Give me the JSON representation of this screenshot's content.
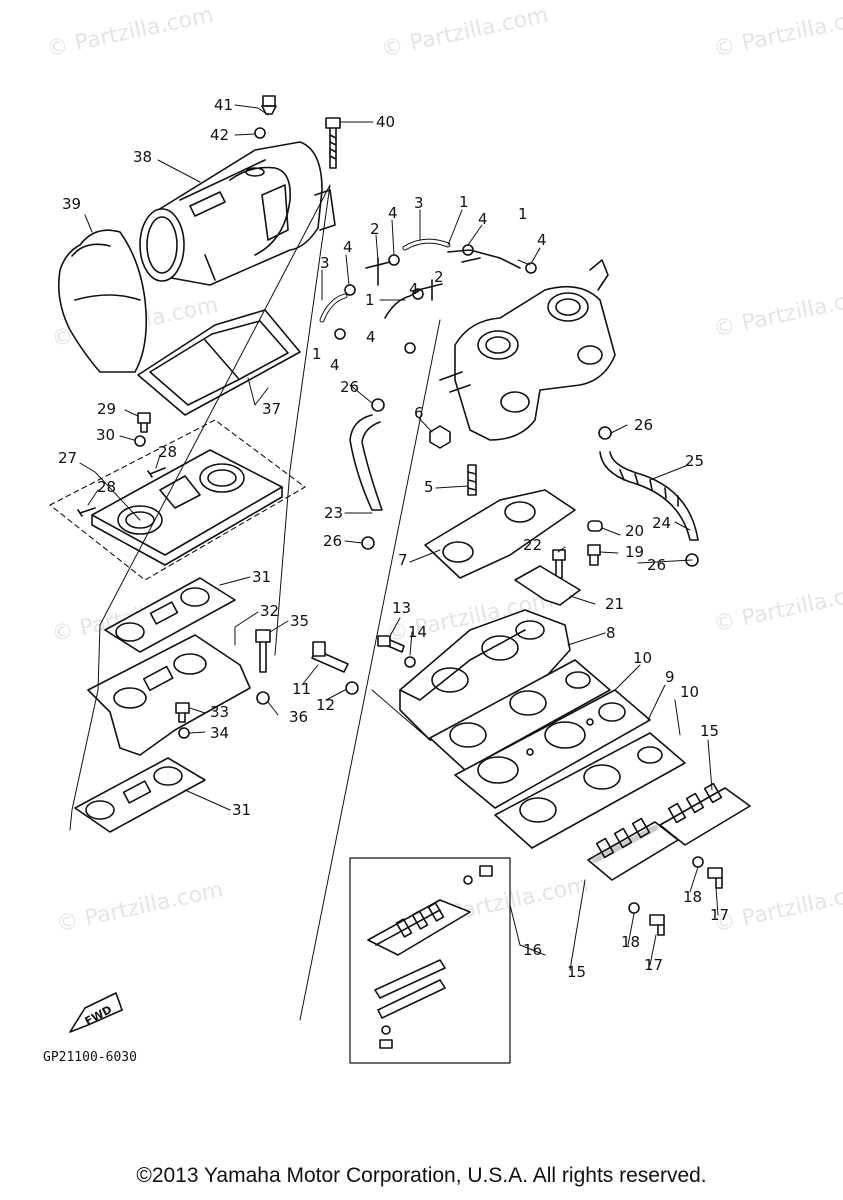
{
  "watermark": "© Partzilla.com",
  "diagram_code": "GP21100-6030",
  "fwd_label": "FWD",
  "copyright": "©2013 Yamaha Motor Corporation, U.S.A. All rights reserved.",
  "parts": {
    "p1a": "1",
    "p1b": "1",
    "p1c": "1",
    "p1d": "1",
    "p2a": "2",
    "p2b": "2",
    "p3a": "3",
    "p3b": "3",
    "p4a": "4",
    "p4b": "4",
    "p4c": "4",
    "p4d": "4",
    "p4e": "4",
    "p4f": "4",
    "p4g": "4",
    "p5": "5",
    "p6": "6",
    "p7": "7",
    "p8": "8",
    "p9": "9",
    "p10a": "10",
    "p10b": "10",
    "p11": "11",
    "p12": "12",
    "p13": "13",
    "p14": "14",
    "p15a": "15",
    "p15b": "15",
    "p16": "16",
    "p17a": "17",
    "p17b": "17",
    "p18a": "18",
    "p18b": "18",
    "p19": "19",
    "p20": "20",
    "p21": "21",
    "p22": "22",
    "p23": "23",
    "p24": "24",
    "p25": "25",
    "p26a": "26",
    "p26b": "26",
    "p26c": "26",
    "p26d": "26",
    "p27": "27",
    "p28a": "28",
    "p28b": "28",
    "p29": "29",
    "p30": "30",
    "p31a": "31",
    "p31b": "31",
    "p32": "32",
    "p33": "33",
    "p34": "34",
    "p35": "35",
    "p36": "36",
    "p37": "37",
    "p38": "38",
    "p39": "39",
    "p40": "40",
    "p41": "41",
    "p42": "42"
  }
}
